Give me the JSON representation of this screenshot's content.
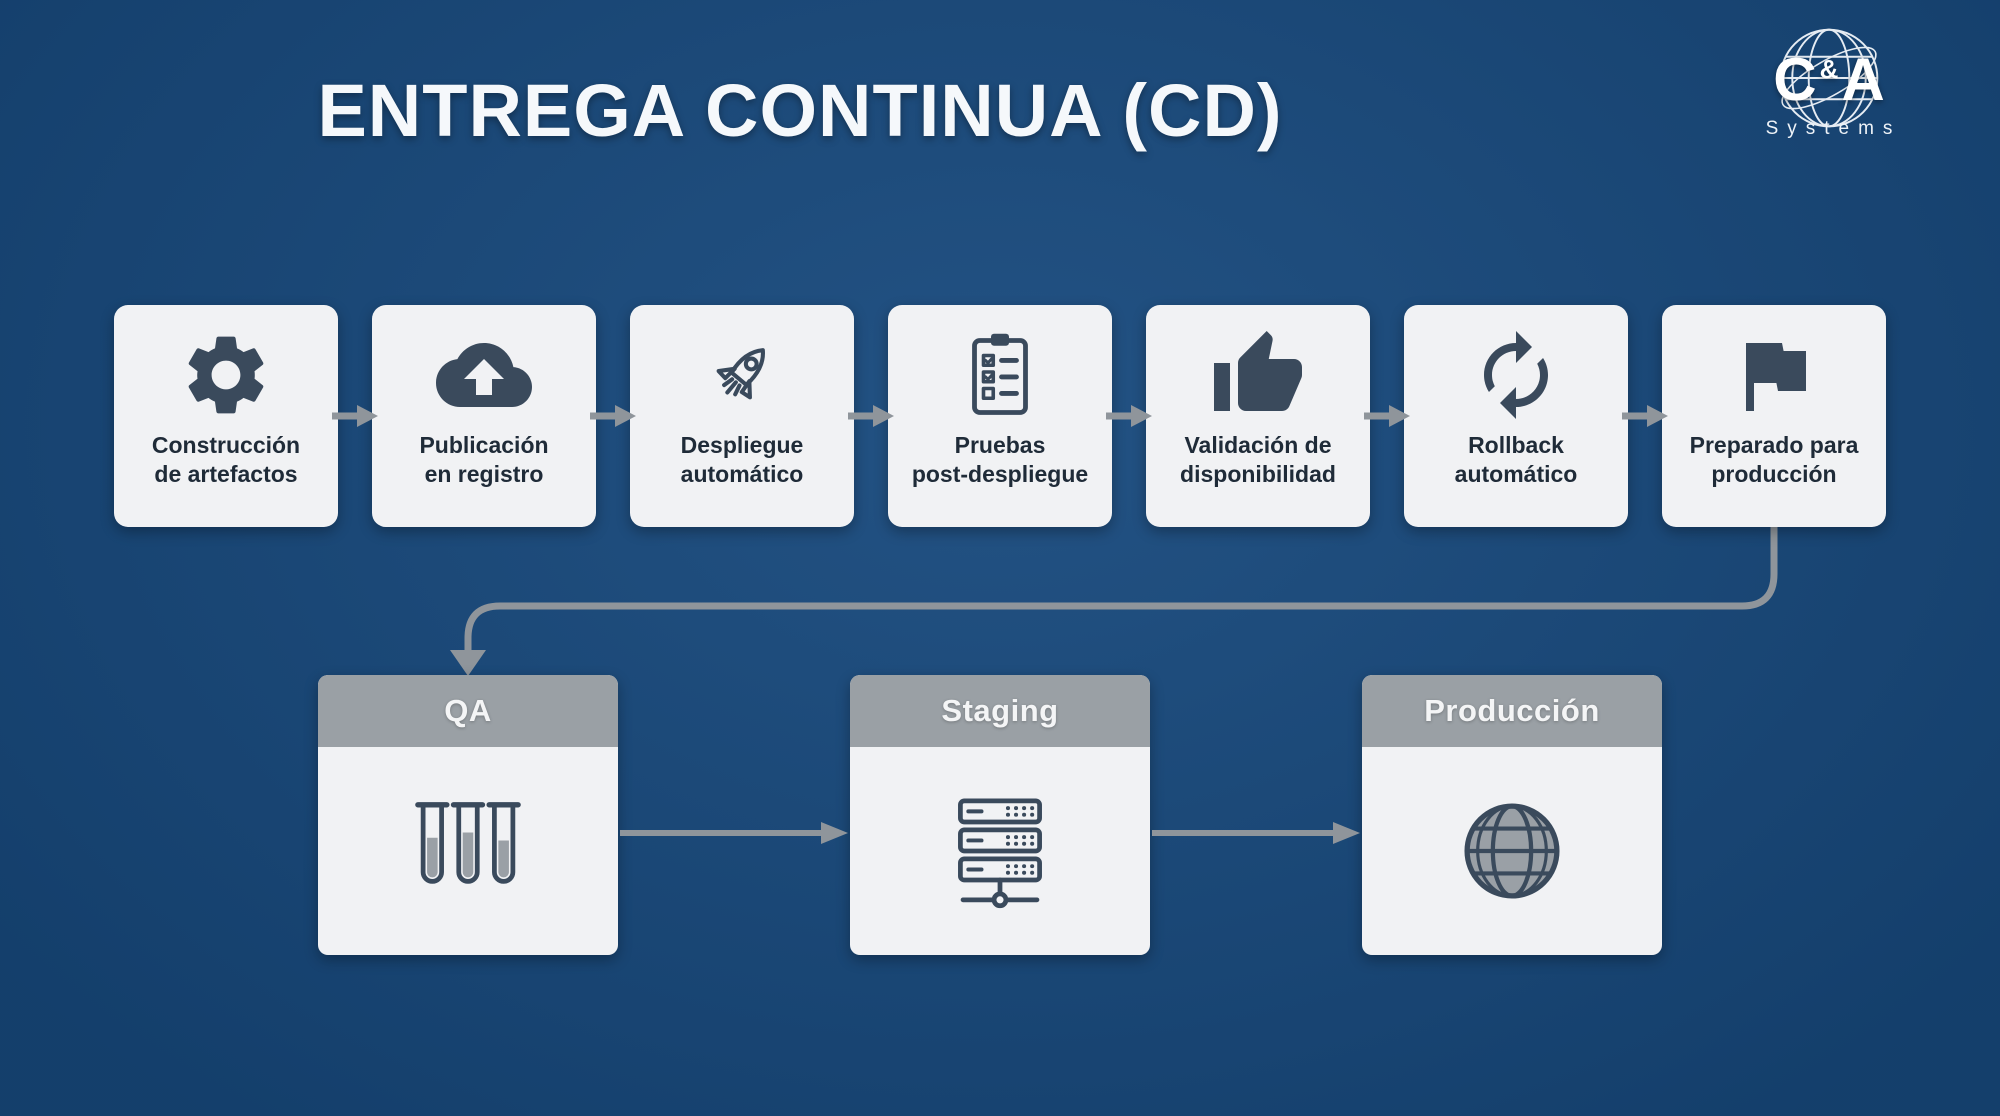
{
  "title": "ENTREGA CONTINUA (CD)",
  "logo": {
    "letter_left": "C",
    "ampersand": "&",
    "letter_right": "A",
    "subtitle": "Systems"
  },
  "pipeline": {
    "steps": [
      {
        "icon": "gear",
        "lines": [
          "Construcción",
          "de artefactos"
        ]
      },
      {
        "icon": "cloud-upload",
        "lines": [
          "Publicación",
          "en registro"
        ]
      },
      {
        "icon": "rocket",
        "lines": [
          "Despliegue",
          "automático"
        ]
      },
      {
        "icon": "clipboard-checklist",
        "lines": [
          "Pruebas",
          "post-despliegue"
        ]
      },
      {
        "icon": "thumbs-up",
        "lines": [
          "Validación de",
          "disponibilidad"
        ]
      },
      {
        "icon": "rollback-sync",
        "lines": [
          "Rollback",
          "automático"
        ]
      },
      {
        "icon": "flag",
        "lines": [
          "Preparado para",
          "producción"
        ]
      }
    ]
  },
  "environments": [
    {
      "icon": "test-tubes",
      "label": "QA"
    },
    {
      "icon": "server-stack",
      "label": "Staging"
    },
    {
      "icon": "globe",
      "label": "Producción"
    }
  ],
  "colors": {
    "background": "#17497d",
    "card_bg": "#f1f2f4",
    "icon": "#3a4a5c",
    "label_text": "#1f2b38",
    "arrow": "#8f959b",
    "env_header_bg": "#9aa0a5",
    "env_header_text": "#f4f5f6",
    "title_text": "#f5f8fb"
  }
}
